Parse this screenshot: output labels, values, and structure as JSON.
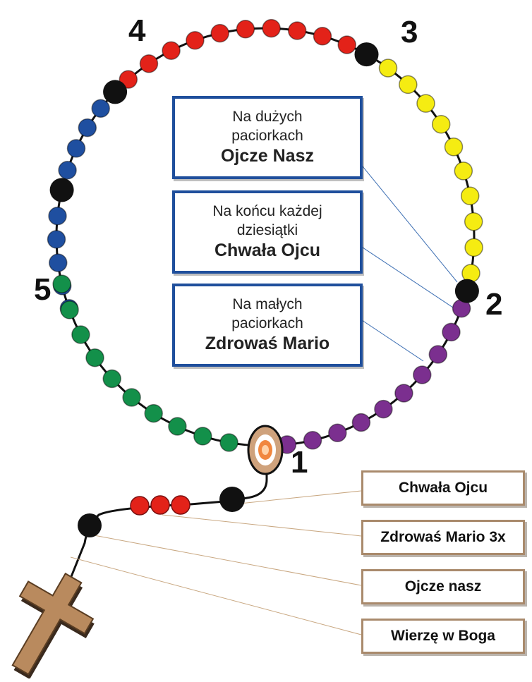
{
  "decade_numbers": [
    "1",
    "2",
    "3",
    "4",
    "5"
  ],
  "info_boxes": [
    {
      "line1": "Na dużych",
      "line2": "paciorkach",
      "bold": "Ojcze Nasz"
    },
    {
      "line1": "Na końcu każdej",
      "line2": "dziesiątki",
      "bold": "Chwała Ojcu"
    },
    {
      "line1": "Na małych",
      "line2": "paciorkach",
      "bold": "Zdrowaś Mario"
    }
  ],
  "prayer_boxes": [
    "Chwała Ojcu",
    "Zdrowaś Mario 3x",
    "Ojcze nasz",
    "Wierzę w Boga"
  ],
  "colors": {
    "decade_1": "#7b2f8f",
    "decade_2": "#f5ec12",
    "decade_3": "#e32219",
    "decade_4": "#1f4fa0",
    "decade_5": "#13904a",
    "our_father_bead": "#111111",
    "hail_mary_intro": "#e32219",
    "cross": "#b98a5e",
    "info_border": "#1f4f9c",
    "prayer_border": "#a98a6c"
  },
  "icons": [
    "cross-icon",
    "medal-icon"
  ]
}
